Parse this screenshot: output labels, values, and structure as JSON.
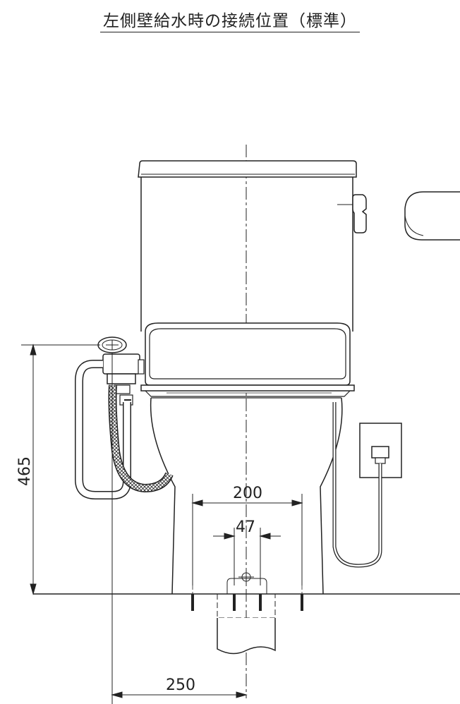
{
  "title": "左側壁給水時の接続位置（標準）",
  "dimensions": {
    "height": "465",
    "bowl_width": "200",
    "drain_width": "47",
    "supply_offset": "250"
  }
}
